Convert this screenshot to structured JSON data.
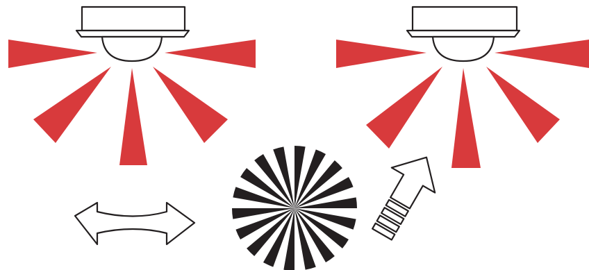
{
  "colors": {
    "ray": "#d83a3c",
    "ink": "#231f20",
    "background": "#ffffff"
  },
  "cameras": [
    {
      "id": "camera-left",
      "icon": "dome-camera-icon",
      "state": "emitting"
    },
    {
      "id": "camera-right",
      "icon": "dome-camera-icon",
      "state": "emitting"
    }
  ],
  "symbols": [
    {
      "id": "rotate-arrow",
      "icon": "double-headed-curved-arrow-icon"
    },
    {
      "id": "focus-target",
      "icon": "siemens-star-icon",
      "sectors": 36
    },
    {
      "id": "move-arrow",
      "icon": "diagonal-up-arrow-icon"
    }
  ]
}
